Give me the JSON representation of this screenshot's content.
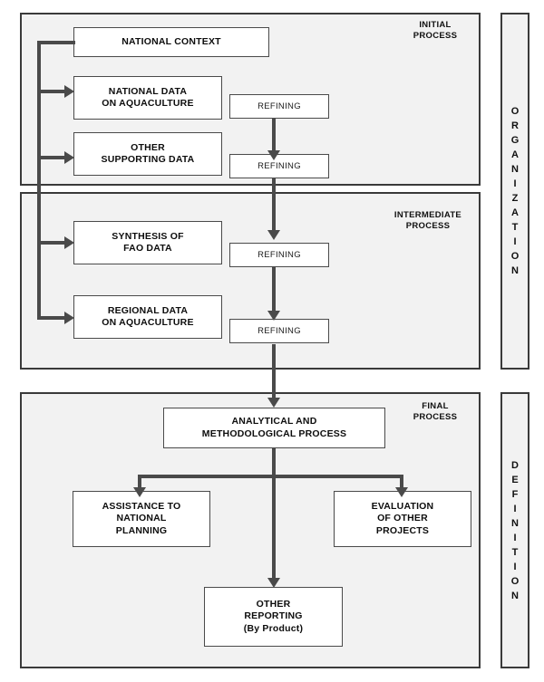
{
  "diagram": {
    "title": "Aquaculture information analysis flowchart",
    "background_color": "#ffffff",
    "panel_fill": "#f2f2f2",
    "node_fill": "#ffffff",
    "line_color": "#4a4a4a"
  },
  "stages": [
    {
      "id": "initial",
      "caption": "INITIAL\nPROCESS"
    },
    {
      "id": "intermediate",
      "caption": "INTERMEDIATE\nPROCESS"
    },
    {
      "id": "final",
      "caption": "FINAL\nPROCESS"
    }
  ],
  "side_panels": [
    {
      "id": "organization",
      "label": "O\nR\nG\nA\nN\nI\nZ\nA\nT\nI\nO\nN"
    },
    {
      "id": "definition",
      "label": "D\nE\nF\nI\nN\nI\nT\nI\nO\nN"
    }
  ],
  "nodes": {
    "national_context": "NATIONAL CONTEXT",
    "national_data": "NATIONAL DATA\nON AQUACULTURE",
    "other_supporting_data": "OTHER\nSUPPORTING DATA",
    "synthesis_fao": "SYNTHESIS OF\nFAO DATA",
    "regional_data": "REGIONAL DATA\nON AQUACULTURE",
    "analytical": "ANALYTICAL AND\nMETHODOLOGICAL PROCESS",
    "assistance": "ASSISTANCE TO\nNATIONAL\nPLANNING",
    "evaluation": "EVALUATION\nOF OTHER\nPROJECTS",
    "other_reporting": "OTHER\nREPORTING\n(By Product)",
    "refining_1": "REFINING",
    "refining_2": "REFINING",
    "refining_3": "REFINING",
    "refining_4": "REFINING"
  }
}
